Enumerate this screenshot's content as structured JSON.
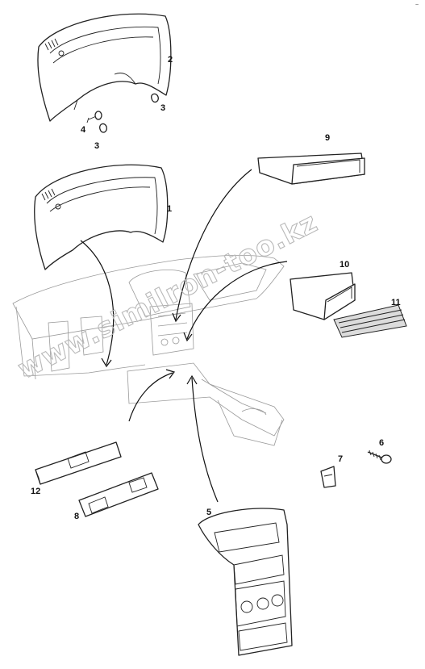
{
  "callouts": [
    {
      "id": "1",
      "label": "1"
    },
    {
      "id": "2",
      "label": "2"
    },
    {
      "id": "3a",
      "label": "3"
    },
    {
      "id": "3b",
      "label": "3"
    },
    {
      "id": "4",
      "label": "4"
    },
    {
      "id": "5",
      "label": "5"
    },
    {
      "id": "6",
      "label": "6"
    },
    {
      "id": "7",
      "label": "7"
    },
    {
      "id": "8",
      "label": "8"
    },
    {
      "id": "9",
      "label": "9"
    },
    {
      "id": "10",
      "label": "10"
    },
    {
      "id": "11",
      "label": "11"
    },
    {
      "id": "12",
      "label": "12"
    }
  ],
  "watermark": "www.similron-too.kz",
  "corner_mark": "~",
  "colors": {
    "line": "#222222",
    "watermark": "#b9b9b9",
    "background": "#ffffff"
  }
}
